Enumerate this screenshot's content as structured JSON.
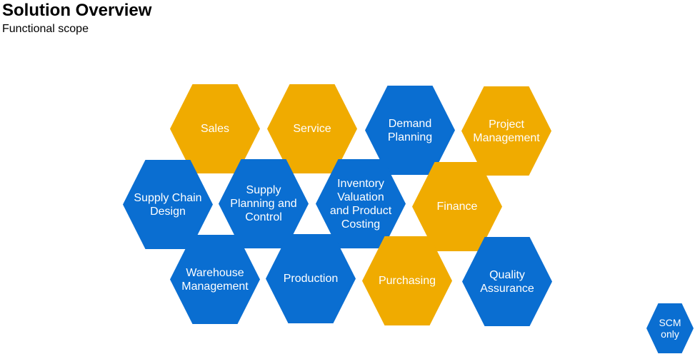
{
  "header": {
    "title": "Solution Overview",
    "subtitle": "Functional scope"
  },
  "colors": {
    "scm": "#0a6ed1",
    "other": "#f0ab00"
  },
  "hexagons": [
    {
      "label": "Sales",
      "category": "other"
    },
    {
      "label": "Service",
      "category": "other"
    },
    {
      "label": "Demand\nPlanning",
      "category": "scm"
    },
    {
      "label": "Project\nManagement",
      "category": "other"
    },
    {
      "label": "Supply Chain\nDesign",
      "category": "scm"
    },
    {
      "label": "Supply\nPlanning and\nControl",
      "category": "scm"
    },
    {
      "label": "Inventory\nValuation\nand Product\nCosting",
      "category": "scm"
    },
    {
      "label": "Finance",
      "category": "other"
    },
    {
      "label": "Warehouse\nManagement",
      "category": "scm"
    },
    {
      "label": "Production",
      "category": "scm"
    },
    {
      "label": "Purchasing",
      "category": "other"
    },
    {
      "label": "Quality\nAssurance",
      "category": "scm"
    }
  ],
  "legend": {
    "label": "SCM\nonly"
  }
}
